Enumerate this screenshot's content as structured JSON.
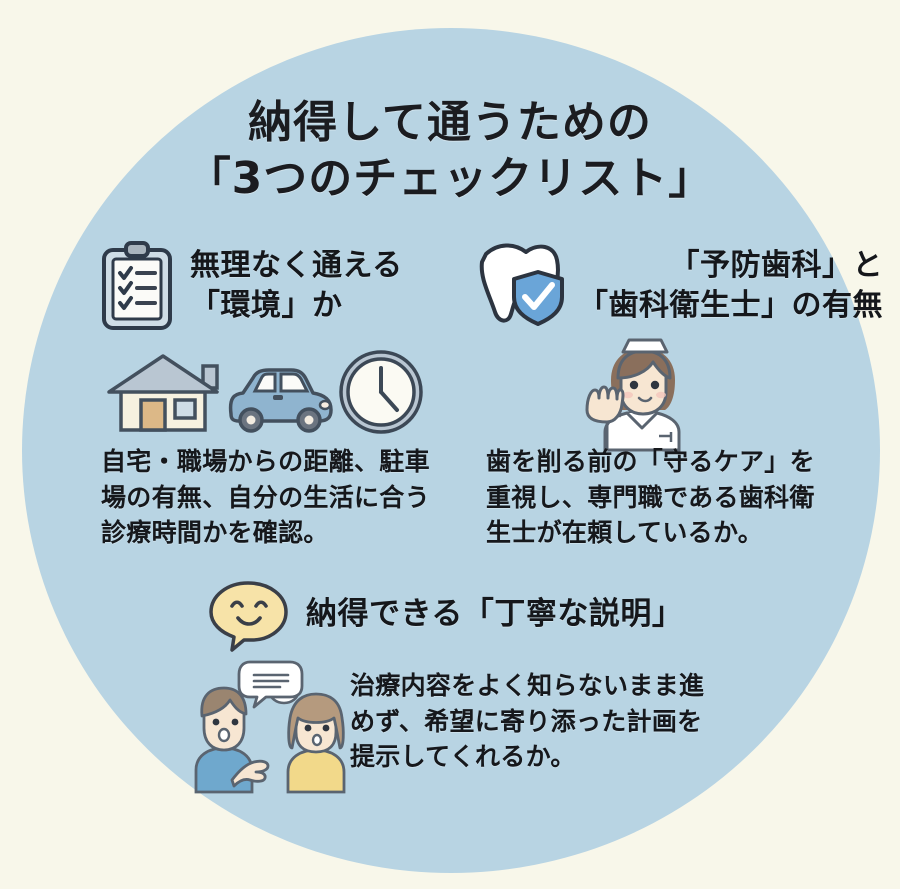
{
  "theme": {
    "background": "#f8f7ea",
    "circle_fill": "#b8d4e3",
    "text_color": "#16181c",
    "accent_blue": "#5b9bd5",
    "shield_blue": "#6aa5d8",
    "car_blue": "#8fb4cf",
    "smiley_yellow": "#f7e3a8",
    "shirt_blue": "#6fa8cd",
    "shirt_yellow": "#f2d98a"
  },
  "title": {
    "line1": "納得して通うための",
    "line2": "「3つのチェックリスト」"
  },
  "items": [
    {
      "id": "environment",
      "icon": "clipboard-checklist-icon",
      "heading_line1": "無理なく通える",
      "heading_line2": "「環境」か",
      "sub_icons": [
        "house-icon",
        "car-icon",
        "clock-icon"
      ],
      "body": "自宅・職場からの距離、駐車場の有無、自分の生活に合う診療時間かを確認。"
    },
    {
      "id": "preventive-dentistry",
      "icon": "tooth-shield-check-icon",
      "heading_line1": "「予防歯科」と",
      "heading_line2": "「歯科衛生士」の有無",
      "sub_icons": [
        "dental-hygienist-icon"
      ],
      "body": "歯を削る前の「守るケア」を重視し、専門職である歯科衛生士が在頼しているか。"
    },
    {
      "id": "clear-explanation",
      "icon": "smiley-speech-bubble-icon",
      "heading_line1": "納得できる「丁寧な説明」",
      "heading_line2": "",
      "sub_icons": [
        "two-people-talking-icon"
      ],
      "body": "治療内容をよく知らないまま進めず、希望に寄り添った計画を提示してくれるか。"
    }
  ]
}
